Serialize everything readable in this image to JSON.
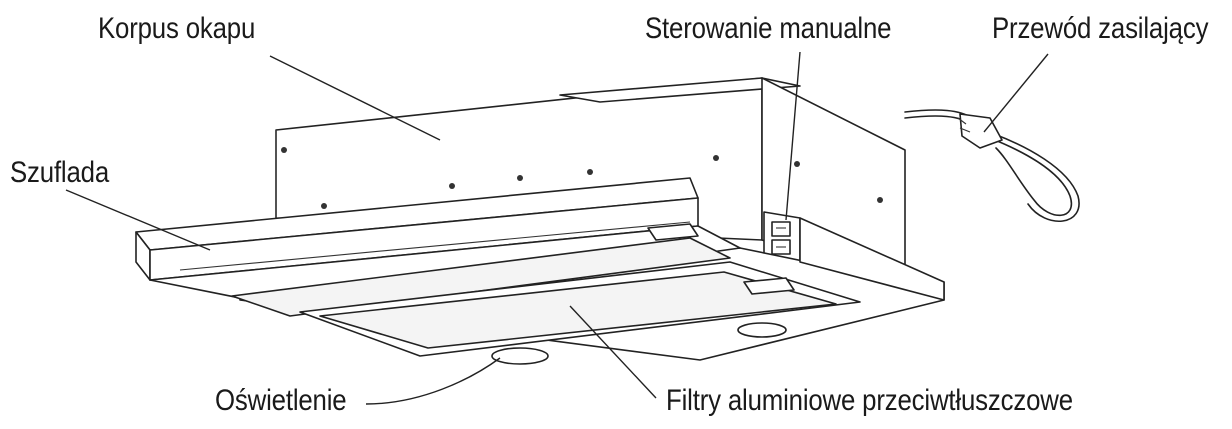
{
  "labels": {
    "korpus": "Korpus okapu",
    "sterowanie": "Sterowanie manualne",
    "przewod": "Przewód zasilający",
    "szuflada": "Szuflada",
    "oswietlenie": "Oświetlenie",
    "filtry": "Filtry aluminiowe przeciwtłuszczowe"
  },
  "colors": {
    "line": "#222222",
    "text": "#1a1a1a",
    "background": "#ffffff"
  }
}
